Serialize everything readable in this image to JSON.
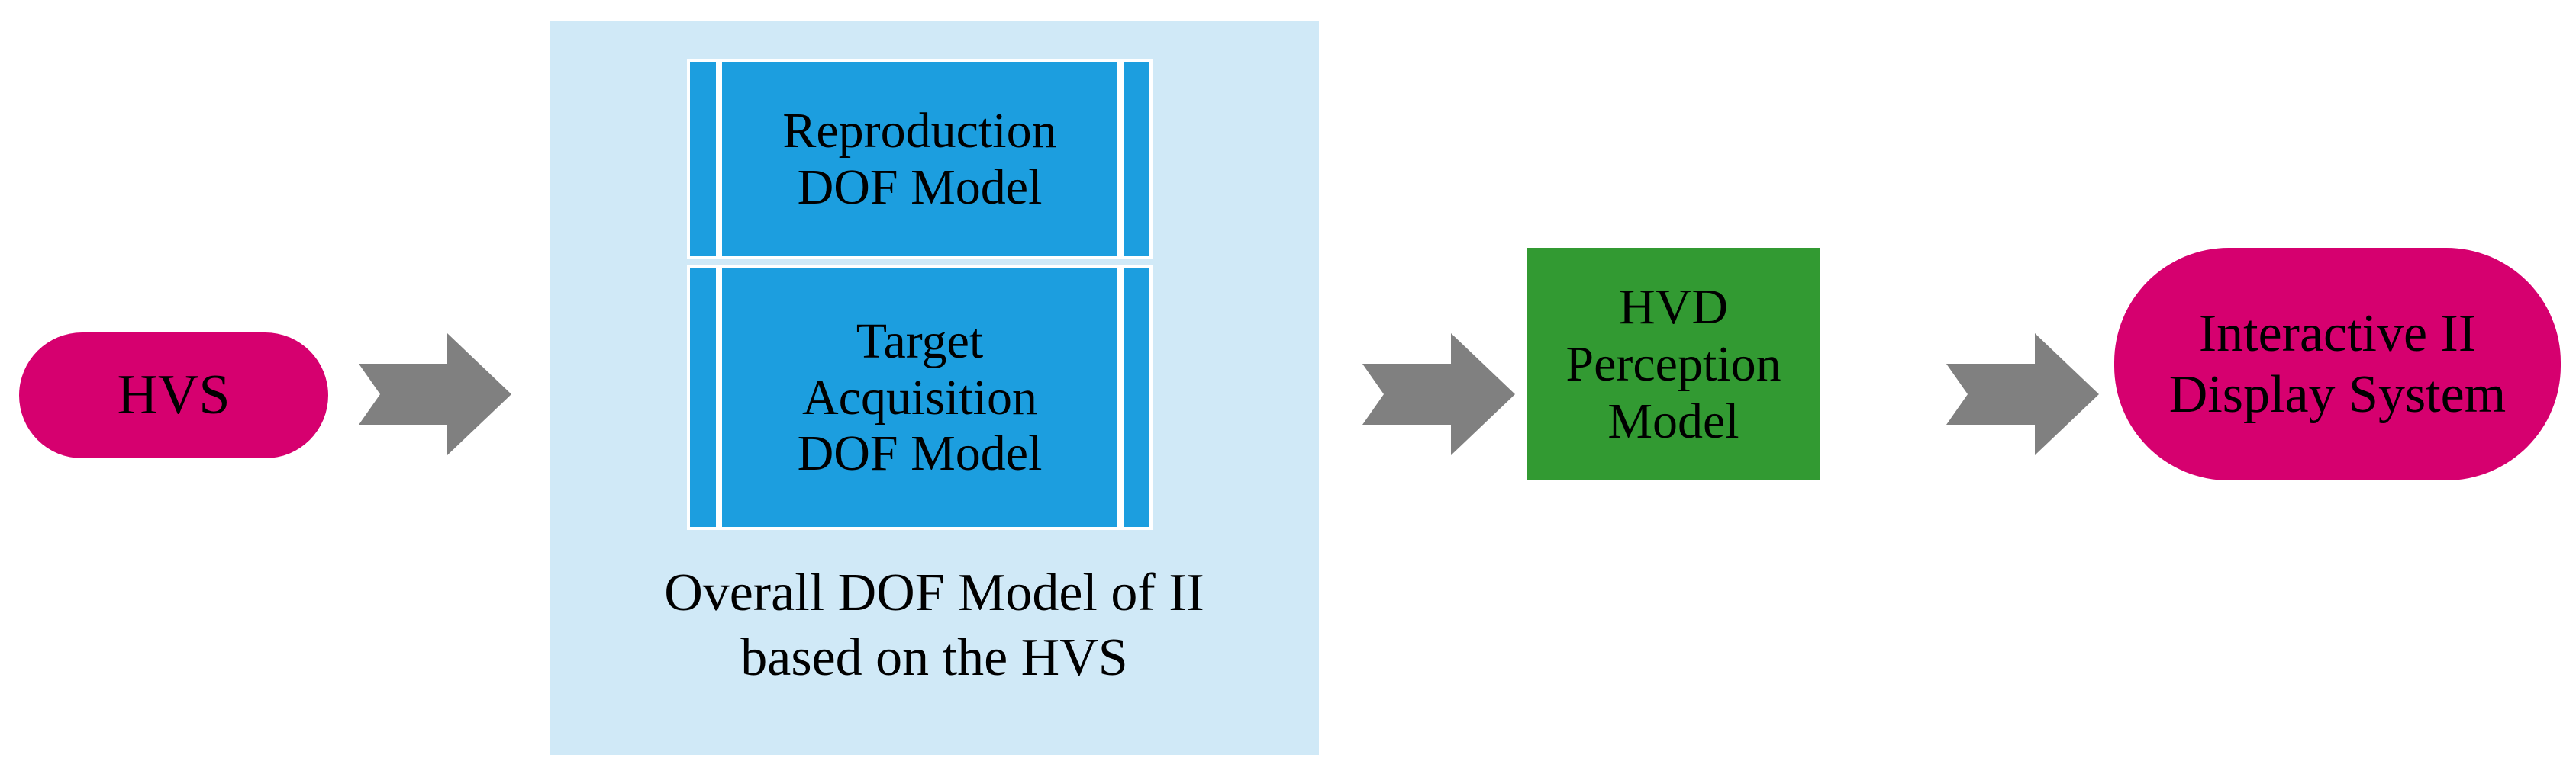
{
  "diagram": {
    "title": "Overall DOF Model of II based on the HVS flow diagram",
    "colors": {
      "pink": "#D6006F",
      "blue": "#1C9EDF",
      "light_blue_panel": "#D0E9F7",
      "green": "#329A32",
      "arrow_gray": "#808080",
      "text": "#000000",
      "background": "#FFFFFF"
    },
    "nodes": {
      "hvs": {
        "label": "HVS",
        "shape": "pill",
        "color": "#D6006F"
      },
      "reproduction_model": {
        "line1": "Reproduction",
        "line2": "DOF Model",
        "shape": "bar",
        "color": "#1C9EDF"
      },
      "target_acquisition_model": {
        "line1": "Target",
        "line2": "Acquisition",
        "line3": "DOF Model",
        "shape": "bar",
        "color": "#1C9EDF"
      },
      "overall_panel": {
        "caption_line1": "Overall DOF Model of II",
        "caption_line2": "based on the HVS",
        "shape": "rectangle",
        "color": "#D0E9F7"
      },
      "hvd_perception_model": {
        "line1": "HVD",
        "line2": "Perception",
        "line3": "Model",
        "shape": "rectangle",
        "color": "#329A32"
      },
      "interactive_display": {
        "line1": "Interactive II",
        "line2": "Display System",
        "shape": "rounded-rectangle",
        "color": "#D6006F"
      }
    },
    "arrows": [
      {
        "name": "arrow-hvs-to-overall",
        "icon": "chevron-arrow-right-icon",
        "direction": "right",
        "color": "#808080"
      },
      {
        "name": "arrow-overall-to-hvd",
        "icon": "chevron-arrow-right-icon",
        "direction": "right",
        "color": "#808080"
      },
      {
        "name": "arrow-hvd-to-display",
        "icon": "chevron-arrow-right-icon",
        "direction": "right",
        "color": "#808080"
      }
    ]
  }
}
